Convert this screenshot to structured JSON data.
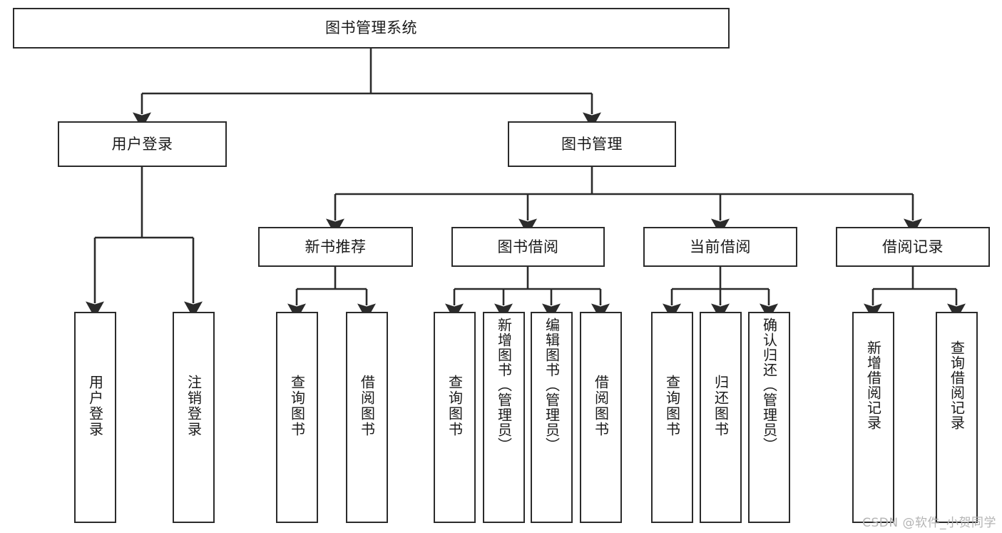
{
  "diagram": {
    "title": "图书管理系统",
    "type": "tree",
    "watermark": "CSDN @软件_小贺同学",
    "nodes": {
      "root": {
        "label": "图书管理系统"
      },
      "level1": [
        {
          "id": "user-login",
          "label": "用户登录"
        },
        {
          "id": "book-management",
          "label": "图书管理"
        }
      ],
      "level2": [
        {
          "id": "new-book-recommend",
          "label": "新书推荐"
        },
        {
          "id": "book-borrow",
          "label": "图书借阅"
        },
        {
          "id": "current-borrow",
          "label": "当前借阅"
        },
        {
          "id": "borrow-record",
          "label": "借阅记录"
        }
      ],
      "leaves": {
        "user-login": [
          {
            "id": "leaf-user-login",
            "label": "用户登录"
          },
          {
            "id": "leaf-logout-login",
            "label": "注销登录"
          }
        ],
        "new-book-recommend": [
          {
            "id": "leaf-query-book-1",
            "label": "查询图书"
          },
          {
            "id": "leaf-borrow-book-1",
            "label": "借阅图书"
          }
        ],
        "book-borrow": [
          {
            "id": "leaf-query-book-2",
            "label": "查询图书"
          },
          {
            "id": "leaf-add-book",
            "label": "新增图书（管理员）"
          },
          {
            "id": "leaf-edit-book",
            "label": "编辑图书（管理员）"
          },
          {
            "id": "leaf-borrow-book-2",
            "label": "借阅图书"
          }
        ],
        "current-borrow": [
          {
            "id": "leaf-query-book-3",
            "label": "查询图书"
          },
          {
            "id": "leaf-return-book",
            "label": "归还图书"
          },
          {
            "id": "leaf-confirm-return",
            "label": "确认归还（管理员）"
          }
        ],
        "borrow-record": [
          {
            "id": "leaf-add-record",
            "label": "新增借阅记录"
          },
          {
            "id": "leaf-query-record",
            "label": "查询借阅记录"
          }
        ]
      }
    },
    "colors": {
      "stroke": "#2b2b2b",
      "fill": "#ffffff",
      "text": "#1a1a1a",
      "watermark": "#b4b4b4"
    }
  }
}
